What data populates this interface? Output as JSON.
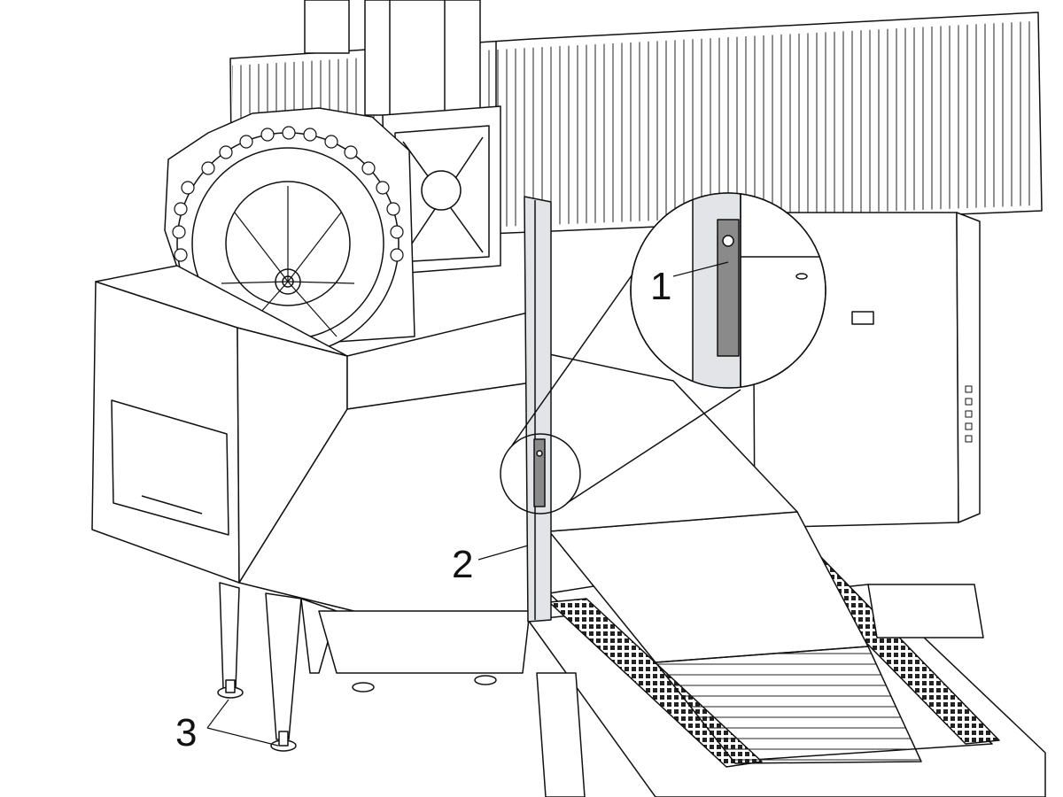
{
  "callouts": {
    "one": "1",
    "two": "2",
    "three": "3"
  },
  "colors": {
    "line": "#111111",
    "panel_fill": "#ffffff",
    "highlight_fill": "#e2e4e7",
    "level_fill": "#8a8a8a",
    "grate_fill": "#3a3a3a"
  }
}
